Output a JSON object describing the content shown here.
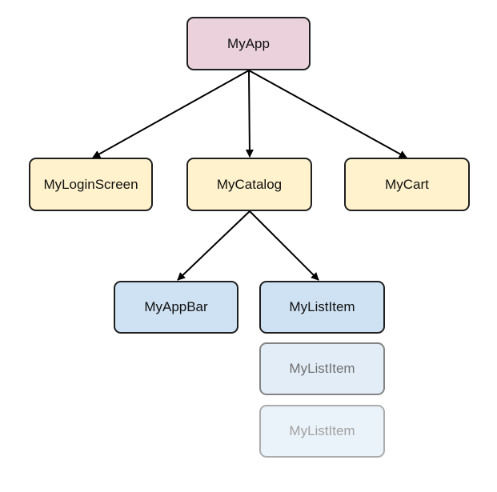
{
  "nodes": {
    "my_app": "MyApp",
    "my_login_screen": "MyLoginScreen",
    "my_catalog": "MyCatalog",
    "my_cart": "MyCart",
    "my_app_bar": "MyAppBar",
    "my_list_item_1": "MyListItem",
    "my_list_item_2": "MyListItem",
    "my_list_item_3": "MyListItem"
  },
  "colors": {
    "root_fill": "#ead1dc",
    "middle_fill": "#fff2cc",
    "leaf_fill": "#cfe2f3",
    "stroke": "#1f1f1f"
  },
  "edges": [
    [
      "my_app",
      "my_login_screen"
    ],
    [
      "my_app",
      "my_catalog"
    ],
    [
      "my_app",
      "my_cart"
    ],
    [
      "my_catalog",
      "my_app_bar"
    ],
    [
      "my_catalog",
      "my_list_item_1"
    ]
  ]
}
